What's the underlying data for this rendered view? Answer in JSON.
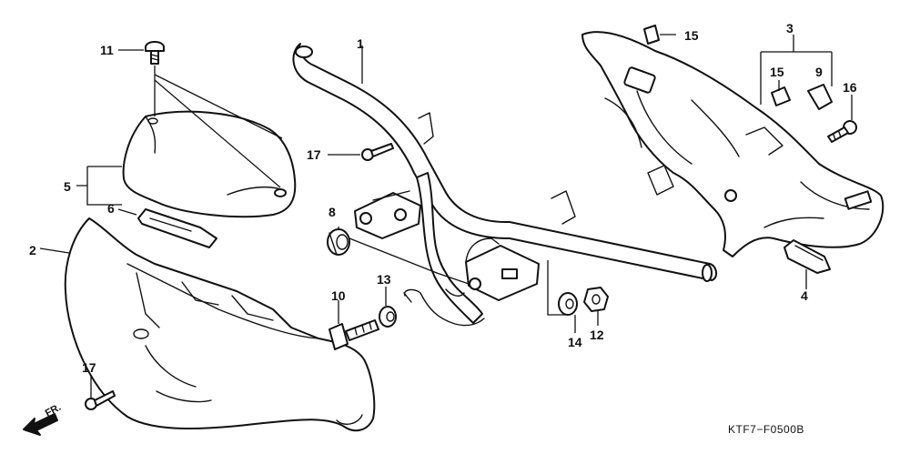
{
  "diagram": {
    "code": "KTF7−F0500B",
    "direction_label": "FR.",
    "callouts": {
      "c1": "1",
      "c2": "2",
      "c3": "3",
      "c4": "4",
      "c5": "5",
      "c6": "6",
      "c8": "8",
      "c9": "9",
      "c10": "10",
      "c11": "11",
      "c12": "12",
      "c13": "13",
      "c14": "14",
      "c15a": "15",
      "c15b": "15",
      "c16": "16",
      "c17a": "17",
      "c17b": "17"
    }
  }
}
